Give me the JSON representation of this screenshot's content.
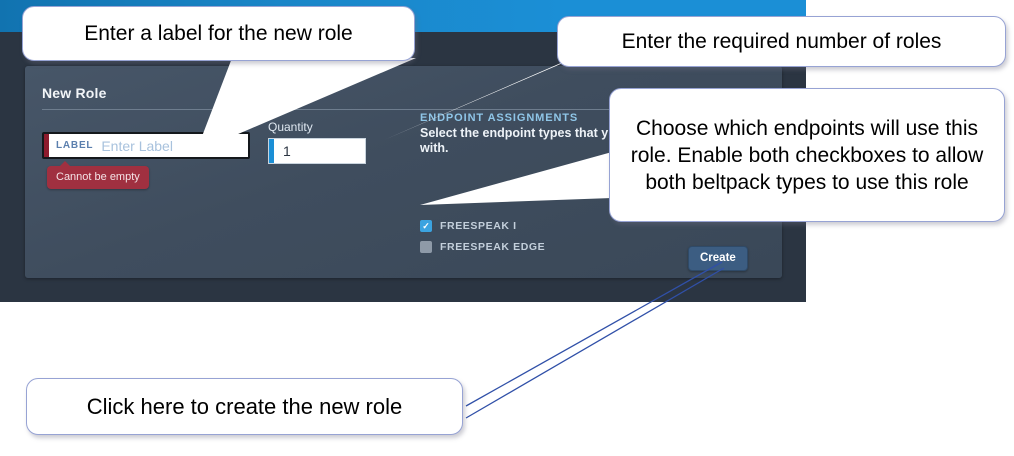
{
  "app": {
    "panel_title": "New Role",
    "label_field": {
      "prefix": "LABEL",
      "placeholder": "Enter Label",
      "value": "",
      "error": "Cannot be empty",
      "accent_color": "#8d1b2d"
    },
    "quantity_field": {
      "label": "Quantity",
      "value": "1",
      "accent_color": "#1b8fd6"
    },
    "endpoint_assignments": {
      "heading": "ENDPOINT ASSIGNMENTS",
      "description": "Select the endpoint types that y",
      "description_line2": "with.",
      "checkboxes": [
        {
          "label": "FREESPEAK I",
          "checked": true
        },
        {
          "label": "FREESPEAK EDGE",
          "checked": false
        }
      ]
    },
    "create_button": "Create",
    "header_color": "#1b8fd6",
    "background_color": "#2b3542",
    "panel_color": "#3f4d5e"
  },
  "annotations": [
    {
      "id": "label",
      "text": "Enter a label for the new role"
    },
    {
      "id": "quantity",
      "text": "Enter the required number of roles"
    },
    {
      "id": "endpoints",
      "text": "Choose which endpoints will use this role. Enable both checkboxes to allow both beltpack types to use this role"
    },
    {
      "id": "create",
      "text": "Click here to create the new role"
    }
  ]
}
